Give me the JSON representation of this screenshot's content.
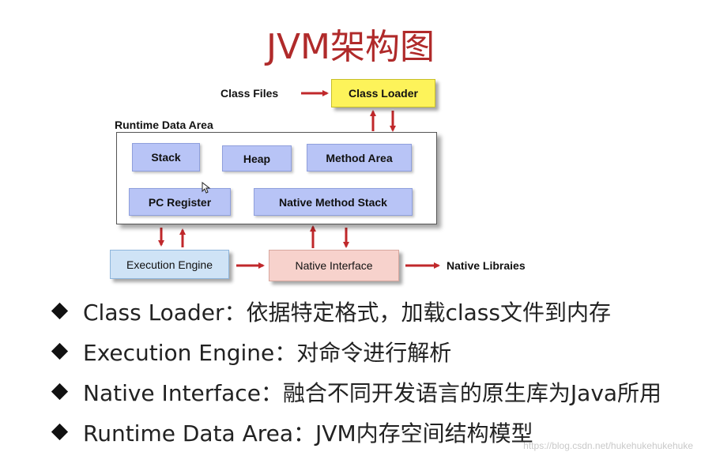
{
  "title": "JVM架构图",
  "diagram": {
    "class_files": "Class Files",
    "class_loader": "Class Loader",
    "runtime_data_area": "Runtime Data Area",
    "stack": "Stack",
    "heap": "Heap",
    "method_area": "Method Area",
    "pc_register": "PC Register",
    "native_method_stack": "Native Method Stack",
    "execution_engine": "Execution Engine",
    "native_interface": "Native Interface",
    "native_libraries": "Native Libraies"
  },
  "bullets": [
    {
      "text": "Class Loader：依据特定格式，加载class文件到内存"
    },
    {
      "text": "Execution Engine：对命令进行解析"
    },
    {
      "text": "Native Interface：融合不同开发语言的原生库为Java所用"
    },
    {
      "text": "Runtime Data Area：JVM内存空间结构模型"
    }
  ],
  "watermark": "https://blog.csdn.net/hukehukehukehuke",
  "colors": {
    "title": "#b02a2a",
    "arrow": "#c0282b",
    "class_loader_fill": "#fdf35a",
    "memory_block_fill": "#b8c4f6",
    "execution_engine_fill": "#cfe3f6",
    "native_interface_fill": "#f7d2cc"
  }
}
